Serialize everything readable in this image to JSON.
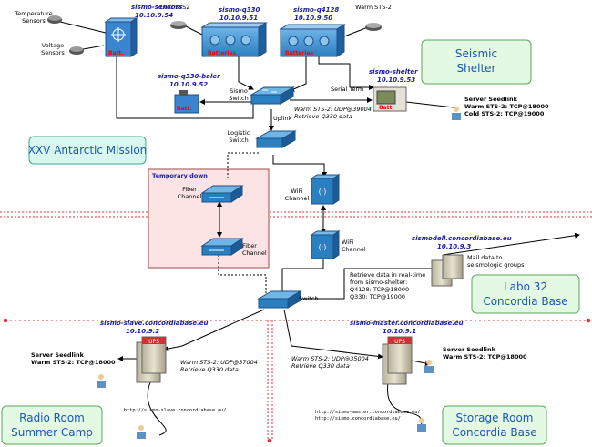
{
  "locations": {
    "seismic_shelter": [
      "Seismic",
      "Shelter"
    ],
    "antarctic_mission": "XXV Antarctic Mission",
    "labo32": [
      "Labo 32",
      "Concordia Base"
    ],
    "radio_room": [
      "Radio Room",
      "Summer Camp"
    ],
    "storage_room": [
      "Storage Room",
      "Concordia Base"
    ]
  },
  "sensors": {
    "temperature": [
      "Temperature",
      "Sensors"
    ],
    "voltage": [
      "Voltage",
      "Sensors"
    ],
    "cold_sts2": "Cold STS2",
    "warm_sts2": "Warm STS-2"
  },
  "hosts": {
    "sismo_sensors": [
      "sismo-sensors",
      "10.10.9.54"
    ],
    "sismo_q330": [
      "sismo-q330",
      "10.10.9.51"
    ],
    "sismo_q4128": [
      "sismo-q4128",
      "10.10.9.50"
    ],
    "sismo_q330_baler": [
      "sismo-q330-baler",
      "10.10.9.52"
    ],
    "sismo_shelter": [
      "sismo-shelter",
      "10.10.9.53"
    ],
    "sismodell": [
      "sismodell.concordiabase.eu",
      "10.10.9.3"
    ],
    "sismo_slave": [
      "sismo-slave.concordiabase.eu",
      "10.10.9.2"
    ],
    "sismo_master": [
      "sismo-master.concordiabase.eu",
      "10.10.9.1"
    ]
  },
  "device_labels": {
    "batt": "Batt.",
    "batteries": "Batteries",
    "ups": "UPS",
    "sismo_switch": [
      "Sismo",
      "Switch"
    ],
    "logistic_switch": [
      "Logistic",
      "Switch"
    ],
    "uplink": "Uplink",
    "serial_term": "Serial Term",
    "fiber_channel": [
      "Fiber",
      "Channel"
    ],
    "wifi_channel": [
      "WiFi",
      "Channel"
    ],
    "switch": "Switch",
    "temporary_down": "Temporary down"
  },
  "notes": {
    "shelter_data": [
      "Warm STS-2: UDP@39004",
      "Retrieve Q330 data"
    ],
    "shelter_seedlink": [
      "Server Seedlink",
      "Warm STS-2: TCP@18000",
      "Cold STS-2: TCP@19000"
    ],
    "mail_data": [
      "Mail data to",
      "seismologic groups"
    ],
    "realtime": [
      "Retrieve data in real-time",
      "from sismo-shelter:",
      "Q4128: TCP@18000",
      "Q330:   TCP@19000"
    ],
    "slave_seedlink": [
      "Server Seedlink",
      "Warm STS-2: TCP@18000"
    ],
    "slave_data": [
      "Warm STS-2: UDP@37004",
      "Retrieve Q330 data"
    ],
    "master_data": [
      "Warm STS-2: UDP@35004",
      "Retrieve Q330 data"
    ],
    "master_seedlink": [
      "Server Seedlink",
      "Warm STS-2: TCP@18000"
    ],
    "slave_url": "http://sismo-slave.concordiabase.eu/",
    "master_urls": [
      "http://sismo-master.concordiabase.eu/",
      "http://sismo.concordiabase.eu/"
    ]
  }
}
